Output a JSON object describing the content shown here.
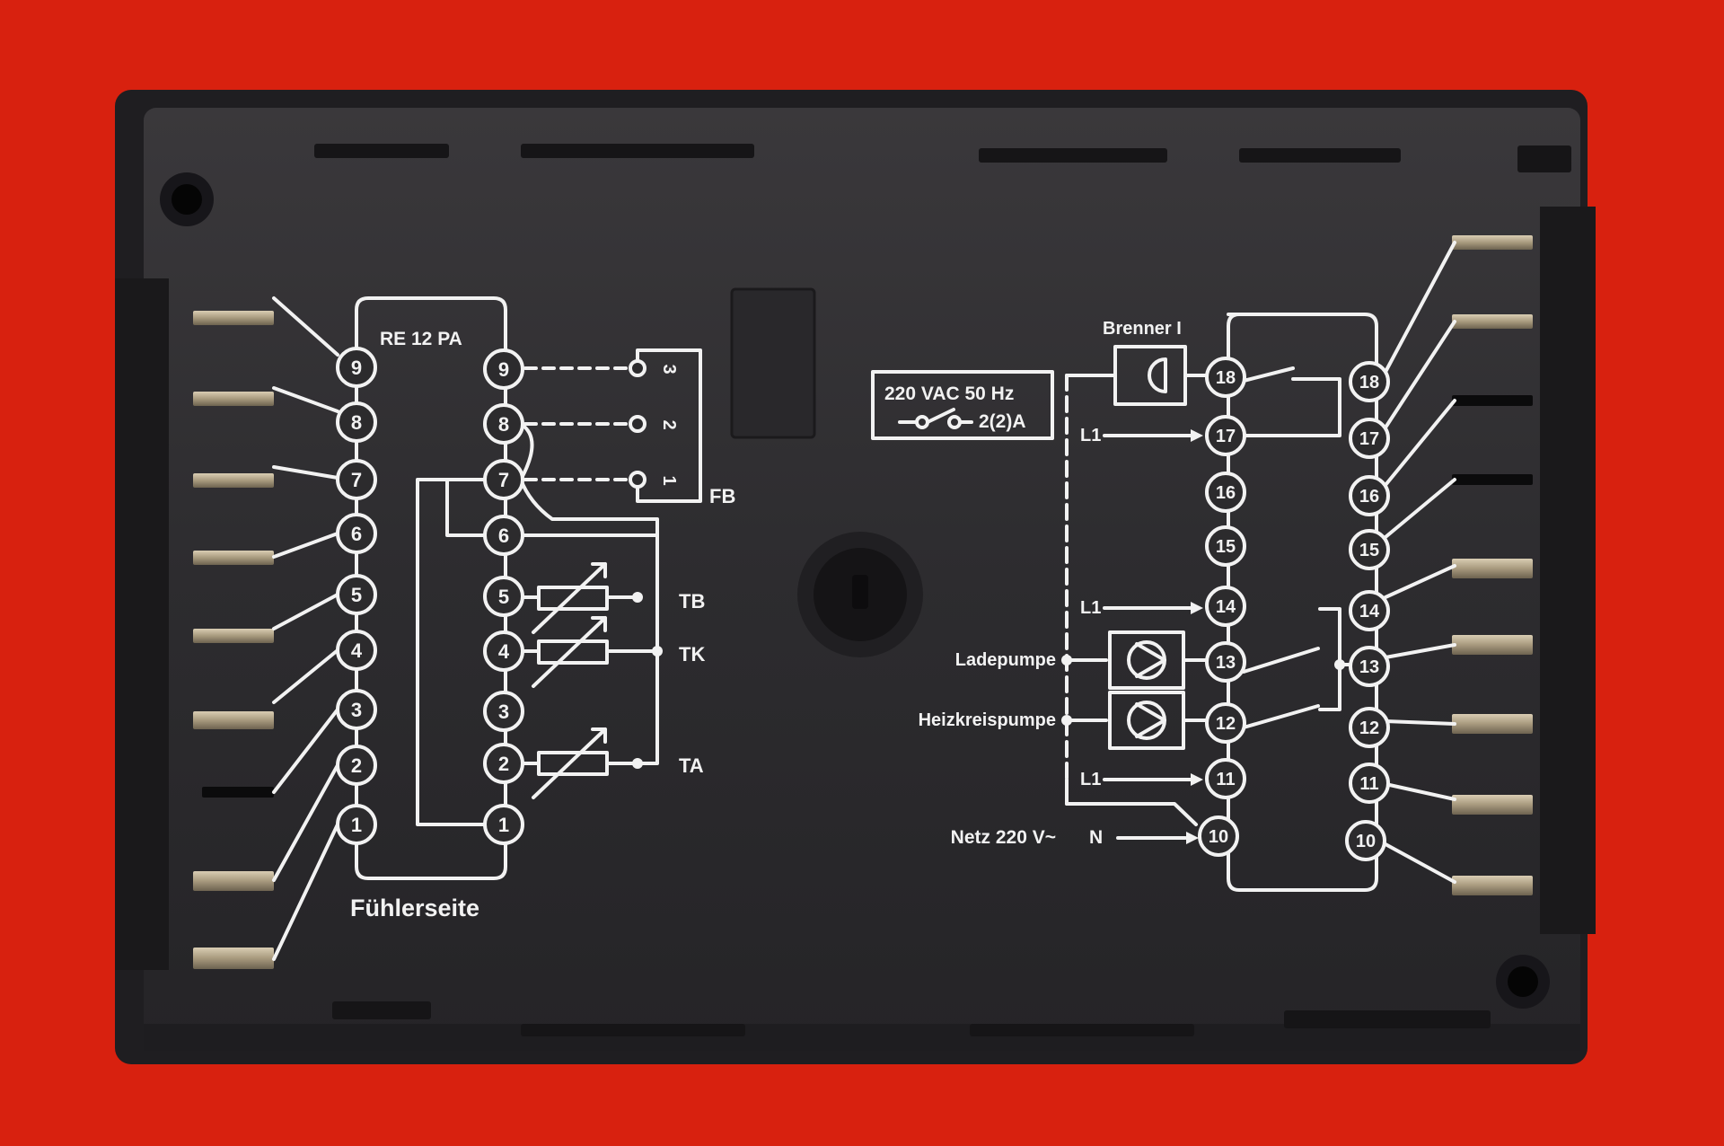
{
  "colors": {
    "background": "#d8210f",
    "housing": "#2c2b2d",
    "print": "#f2f2f2",
    "contact": "#b8a98c"
  },
  "model_label": "RE 12 PA",
  "sensor_side_label": "Fühlerseite",
  "rating": {
    "line1": "220 VAC 50 Hz",
    "line2": "2(2)A"
  },
  "left_terminals": [
    "9",
    "8",
    "7",
    "6",
    "5",
    "4",
    "3",
    "2",
    "1"
  ],
  "right_terminals": [
    "18",
    "17",
    "16",
    "15",
    "14",
    "13",
    "12",
    "11",
    "10"
  ],
  "fb_pins": [
    "3",
    "2",
    "1"
  ],
  "sensor_labels": {
    "fb": "FB",
    "tb": "TB",
    "tk": "TK",
    "ta": "TA"
  },
  "outputs": {
    "burner": "Brenner I",
    "l1": "L1",
    "charge_pump": "Ladepumpe",
    "heating_pump": "Heizkreispumpe",
    "mains": "Netz 220 V~",
    "neutral": "N"
  }
}
